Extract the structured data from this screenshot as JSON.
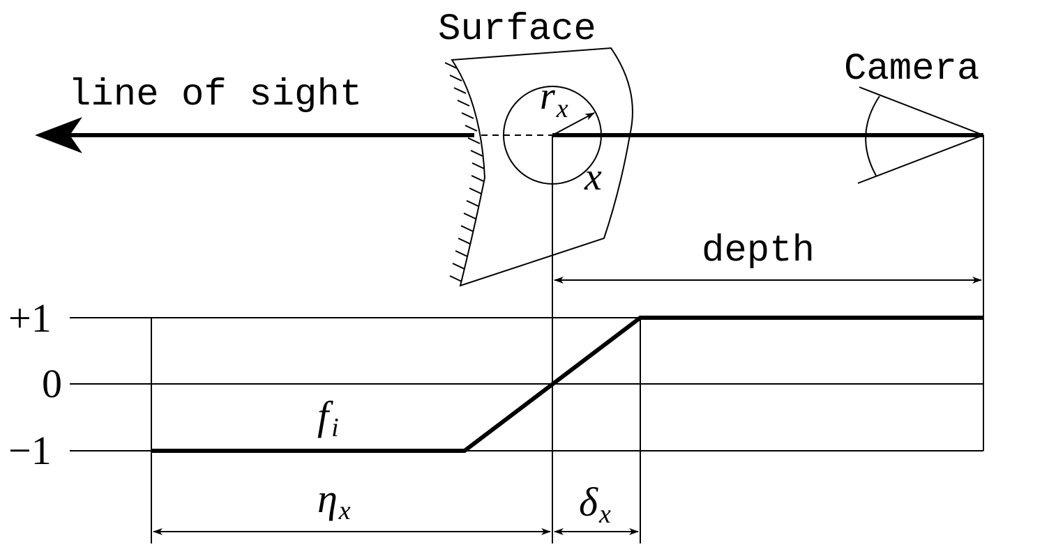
{
  "labels": {
    "surface": "Surface",
    "camera": "Camera",
    "line_of_sight": "line of sight",
    "depth": "depth"
  },
  "math": {
    "r": "r",
    "r_sub": "x",
    "x": "x",
    "f": "f",
    "f_sub": "i",
    "eta": "η",
    "eta_sub": "x",
    "delta": "δ",
    "delta_sub": "x"
  },
  "axis": {
    "plus_one": "+1",
    "zero": "0",
    "minus_one": "−1"
  }
}
